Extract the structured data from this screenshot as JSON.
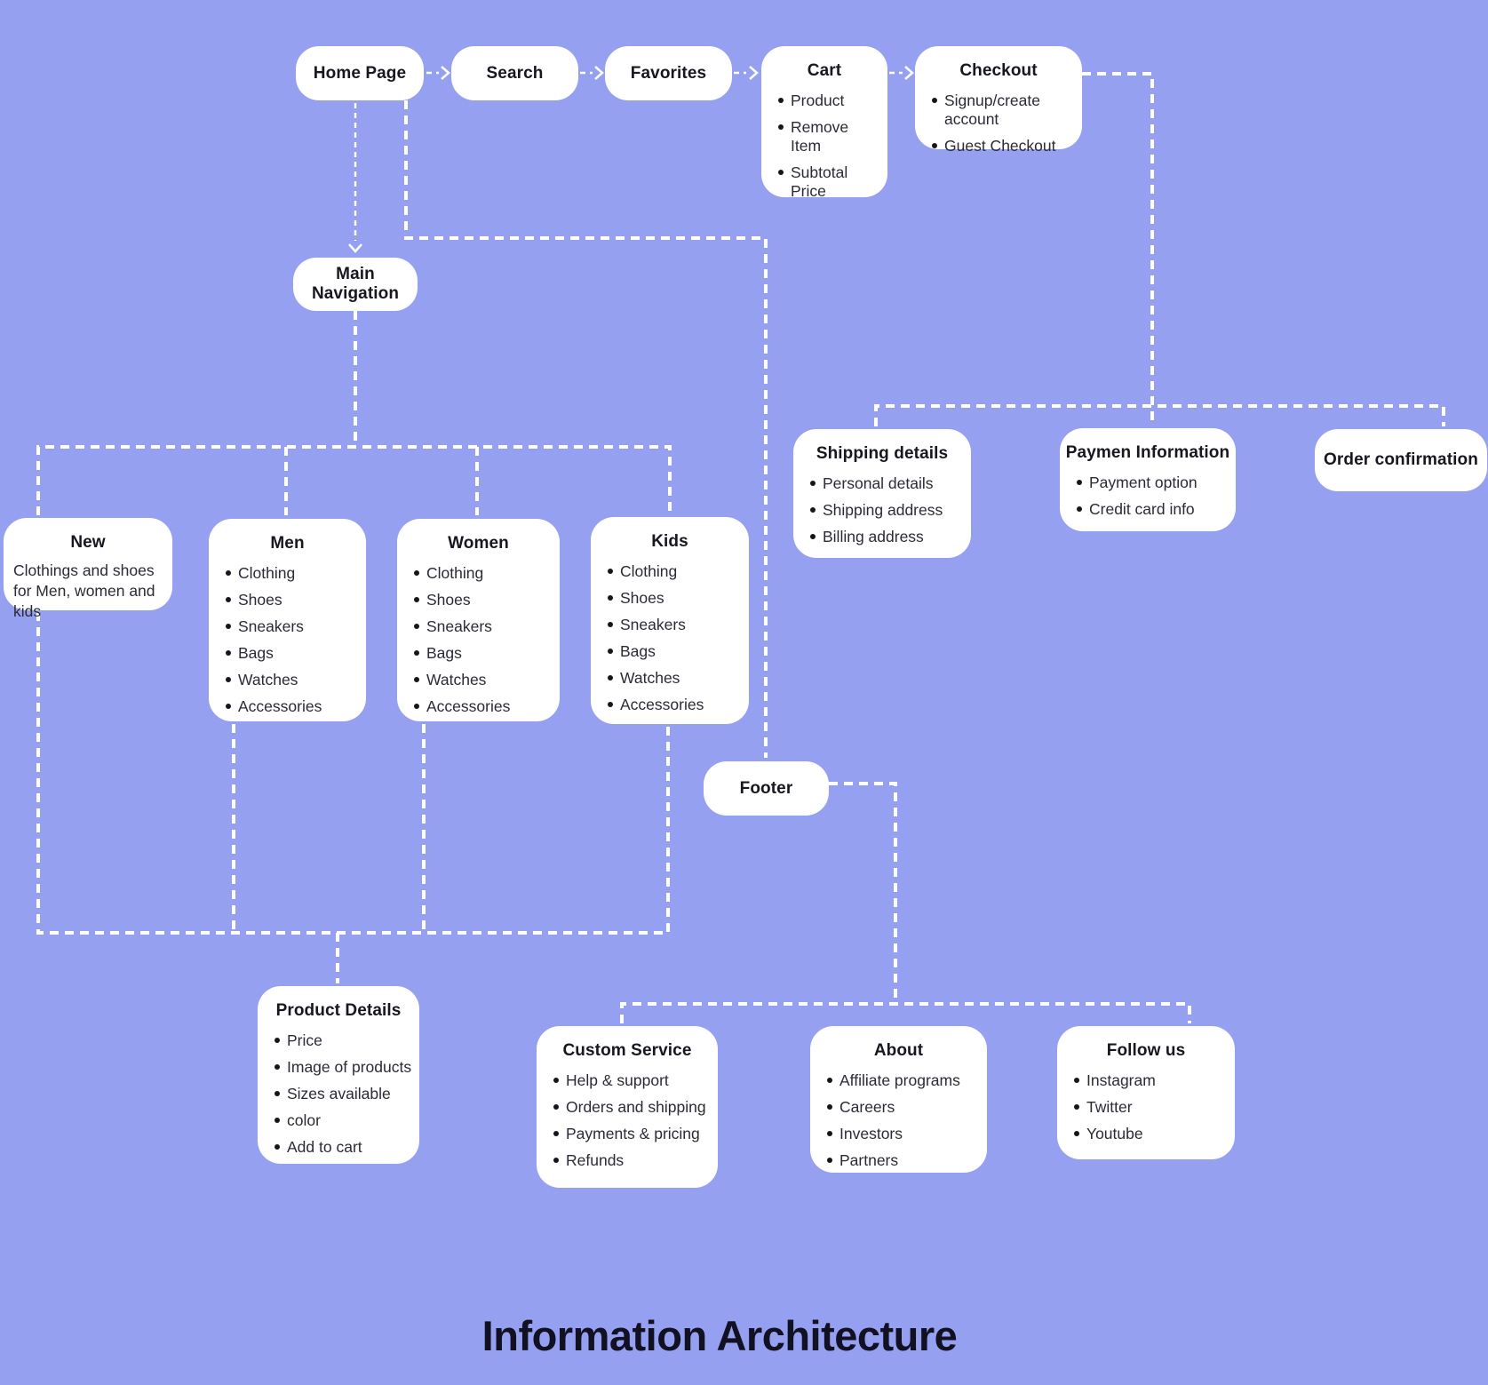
{
  "title": "Information Architecture",
  "colors": {
    "background": "#96A0F1",
    "node_background": "#FFFFFF",
    "node_title_text": "#17171F",
    "node_item_text": "#2B2B36",
    "connector_line": "#FFFFFF",
    "main_title_text": "#111122"
  },
  "nodes": [
    {
      "id": "home-page",
      "title": "Home Page",
      "items": []
    },
    {
      "id": "search",
      "title": "Search",
      "items": []
    },
    {
      "id": "favorites",
      "title": "Favorites",
      "items": []
    },
    {
      "id": "cart",
      "title": "Cart",
      "items": [
        "Product",
        "Remove Item",
        "Subtotal Price"
      ]
    },
    {
      "id": "checkout",
      "title": "Checkout",
      "items": [
        "Signup/create account",
        "Guest Checkout"
      ]
    },
    {
      "id": "main-navigation",
      "title": "Main Navigation",
      "items": []
    },
    {
      "id": "new",
      "title": "New",
      "items": [],
      "description": "Clothings and shoes for Men, women and kids"
    },
    {
      "id": "men",
      "title": "Men",
      "items": [
        "Clothing",
        "Shoes",
        "Sneakers",
        "Bags",
        "Watches",
        "Accessories"
      ]
    },
    {
      "id": "women",
      "title": "Women",
      "items": [
        "Clothing",
        "Shoes",
        "Sneakers",
        "Bags",
        "Watches",
        "Accessories"
      ]
    },
    {
      "id": "kids",
      "title": "Kids",
      "items": [
        "Clothing",
        "Shoes",
        "Sneakers",
        "Bags",
        "Watches",
        "Accessories"
      ]
    },
    {
      "id": "shipping-details",
      "title": "Shipping details",
      "items": [
        "Personal details",
        "Shipping address",
        "Billing address"
      ]
    },
    {
      "id": "payment-information",
      "title": "Paymen Information",
      "items": [
        "Payment option",
        "Credit card info"
      ]
    },
    {
      "id": "order-confirmation",
      "title": "Order confirmation",
      "items": []
    },
    {
      "id": "footer",
      "title": "Footer",
      "items": []
    },
    {
      "id": "product-details",
      "title": "Product Details",
      "items": [
        "Price",
        "Image of products",
        "Sizes available",
        "color",
        "Add to cart"
      ]
    },
    {
      "id": "custom-service",
      "title": "Custom Service",
      "items": [
        "Help & support",
        "Orders and shipping",
        "Payments & pricing",
        "Refunds"
      ]
    },
    {
      "id": "about",
      "title": "About",
      "items": [
        "Affiliate programs",
        "Careers",
        "Investors",
        "Partners"
      ]
    },
    {
      "id": "follow-us",
      "title": "Follow us",
      "items": [
        "Instagram",
        "Twitter",
        "Youtube"
      ]
    }
  ]
}
